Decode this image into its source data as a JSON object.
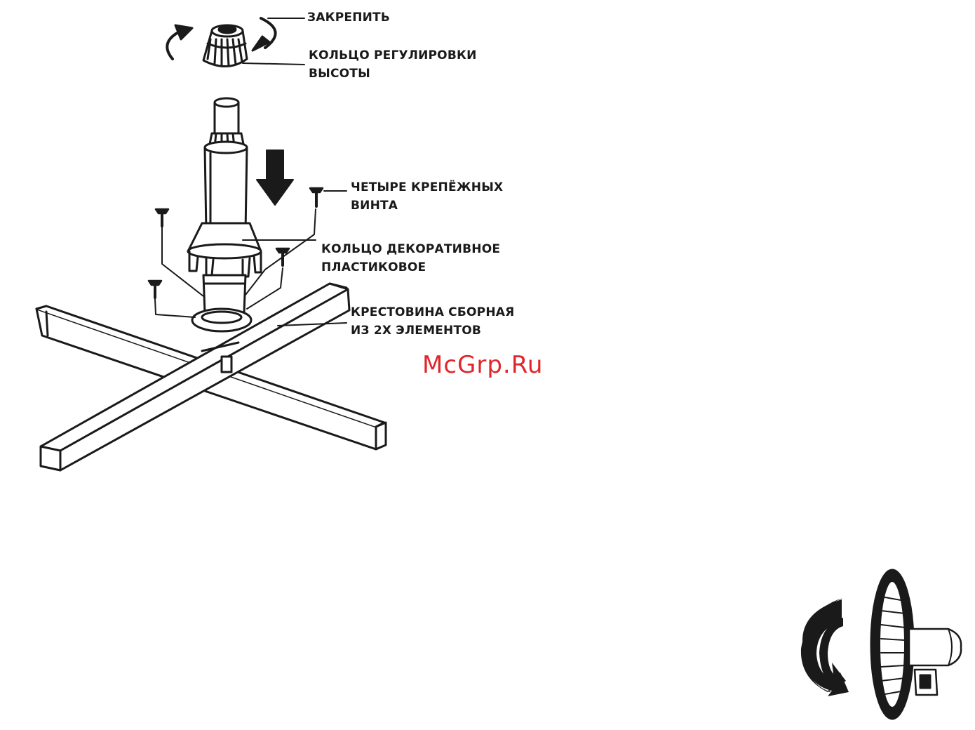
{
  "labels": {
    "tighten": "ЗАКРЕПИТЬ",
    "height_ring": "КОЛЬЦО РЕГУЛИРОВКИ\nВЫСОТЫ",
    "screws": "ЧЕТЫРЕ КРЕПЁЖНЫХ\nВИНТА",
    "decor_ring": "КОЛЬЦО ДЕКОРАТИВНОЕ\nПЛАСТИКОВОЕ",
    "base": "КРЕСТОВИНА СБОРНАЯ\nИЗ 2Х ЭЛЕМЕНТОВ"
  },
  "watermark": "McGrp.Ru",
  "colors": {
    "ink": "#1a1a1a",
    "watermark": "#e0262b",
    "background": "#ffffff"
  },
  "icons": [
    "rotate-arrows-icon",
    "down-arrow-icon",
    "screw-icon",
    "curved-arrow-icon",
    "fan-side-icon"
  ]
}
